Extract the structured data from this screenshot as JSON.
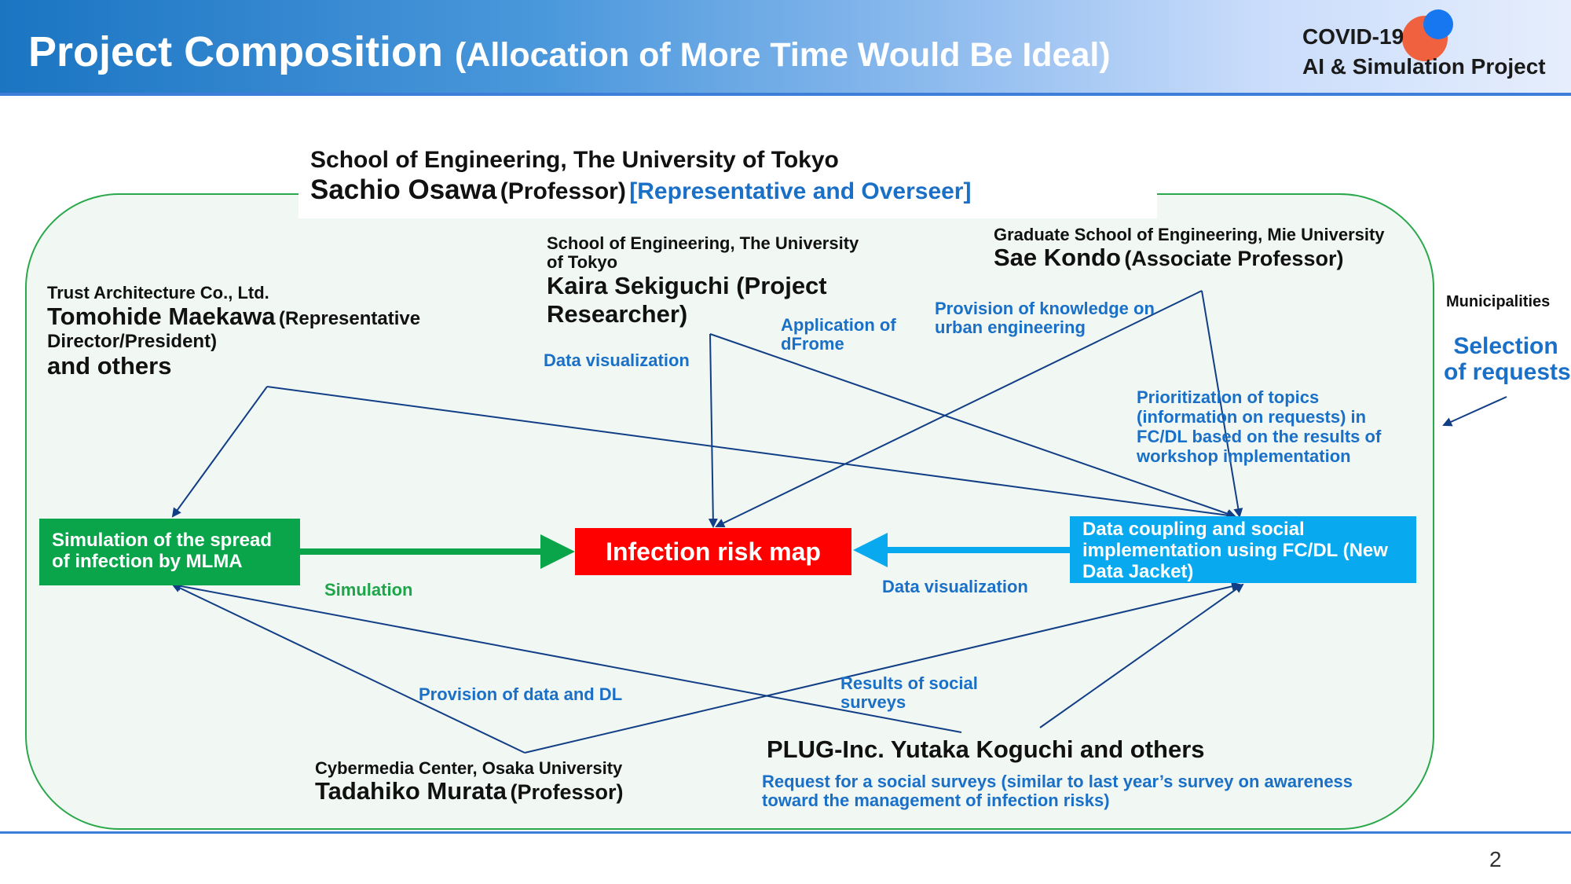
{
  "header": {
    "title_main": "Project Composition",
    "title_sub": "(Allocation of More Time Would Be Ideal)",
    "logo_line1": "COVID-19",
    "logo_line2": "AI & Simulation Project"
  },
  "page_number": "2",
  "lead": {
    "org": "School of Engineering, The University of Tokyo",
    "name": "Sachio Osawa",
    "role": "(Professor)",
    "tag": "[Representative and Overseer]"
  },
  "members": {
    "sekiguchi": {
      "org_line1": "School of Engineering, The University",
      "org_line2": "of Tokyo",
      "name_line1": "Kaira Sekiguchi (Project",
      "name_line2": "Researcher)"
    },
    "kondo": {
      "org": "Graduate School of Engineering, Mie University",
      "name": "Sae Kondo",
      "role": "(Associate Professor)"
    },
    "maekawa": {
      "org": "Trust Architecture Co., Ltd.",
      "name": "Tomohide Maekawa",
      "role_line1": "(Representative",
      "role_line2": "Director/President)",
      "others": "and others"
    },
    "murata": {
      "org": "Cybermedia Center, Osaka University",
      "name": "Tadahiko Murata",
      "role": "(Professor)"
    },
    "plug": {
      "name": "PLUG-Inc. Yutaka Koguchi and others",
      "note_line1": "Request for a social surveys (similar to last year’s survey on awareness",
      "note_line2": "toward the management of infection risks)"
    }
  },
  "municipalities": {
    "label": "Municipalities",
    "selection_line1": "Selection",
    "selection_line2": "of requests"
  },
  "nodes": {
    "simulation_box_line1": "Simulation of the spread",
    "simulation_box_line2": "of infection by MLMA",
    "risk_map": "Infection risk map",
    "data_coupling_line1": "Data coupling and social",
    "data_coupling_line2": "implementation using FC/DL (New",
    "data_coupling_line3": "Data Jacket)"
  },
  "edge_labels": {
    "data_visualization_top": "Data visualization",
    "application_line1": "Application of",
    "application_line2": "dFrome",
    "provision_knowledge_line1": "Provision of knowledge on",
    "provision_knowledge_line2": "urban engineering",
    "prioritization_line1": "Prioritization of topics",
    "prioritization_line2": "(information on requests) in",
    "prioritization_line3": "FC/DL based on the results of",
    "prioritization_line4": "workshop implementation",
    "simulation": "Simulation",
    "data_visualization_right": "Data visualization",
    "provision_data_dl": "Provision of data and DL",
    "results_social_line1": "Results of social",
    "results_social_line2": "surveys"
  },
  "colors": {
    "green_box": "#0aa54a",
    "red_box": "#ff0000",
    "blue_box": "#08a9ef",
    "label_blue": "#1a6fc7",
    "label_green": "#1ea54a",
    "arrow_navy": "#123e86",
    "frame_green": "#2aa84a"
  }
}
